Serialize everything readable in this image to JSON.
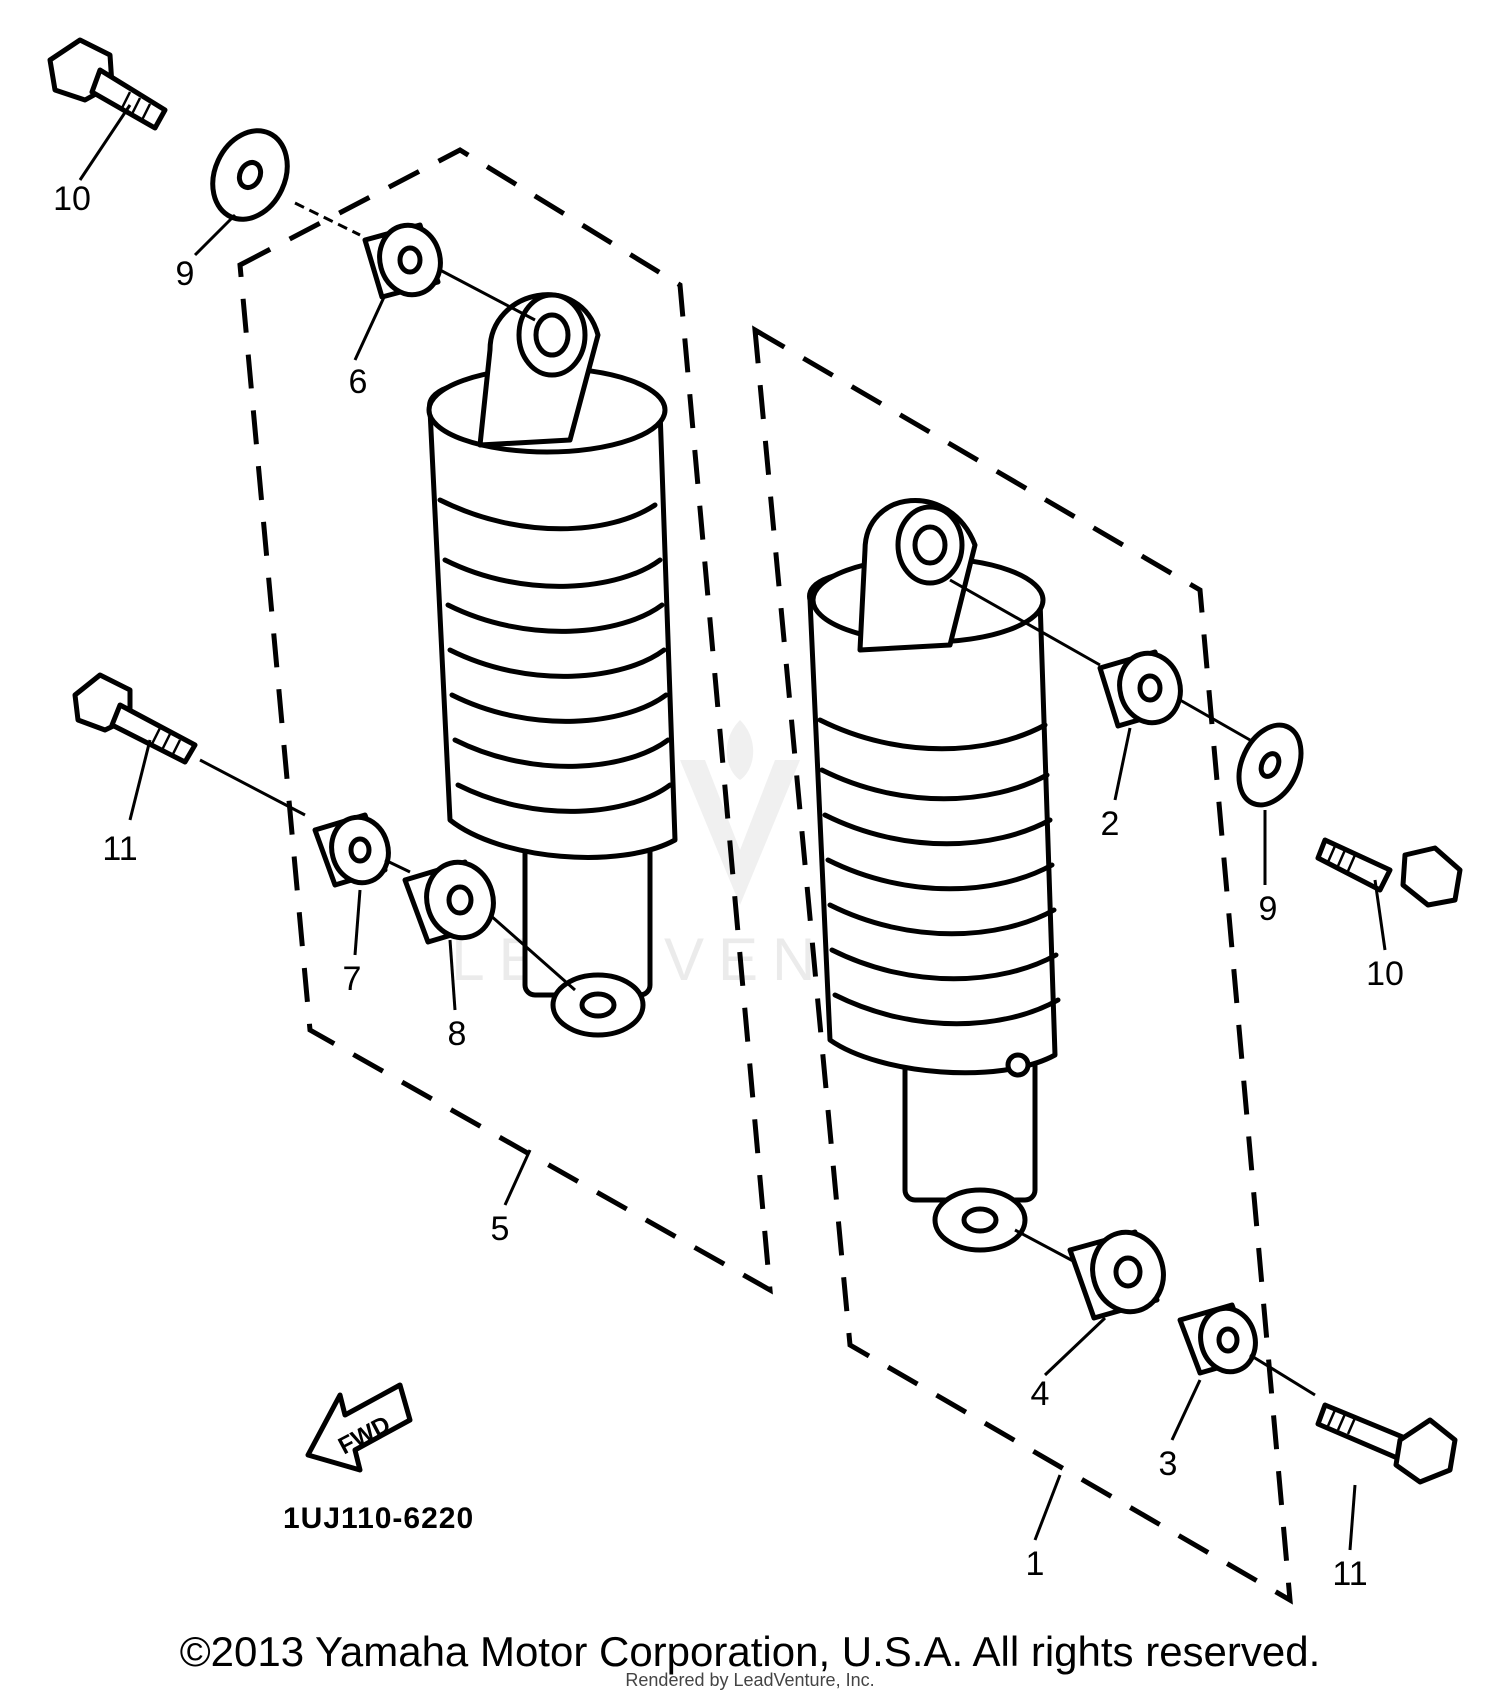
{
  "diagram": {
    "part_code": "1UJ110-6220",
    "fwd_label": "FWD",
    "watermark": "LEADVENTURE",
    "callouts": {
      "c10_top": "10",
      "c9_top": "9",
      "c6": "6",
      "c11_left": "11",
      "c7": "7",
      "c8": "8",
      "c5": "5",
      "c2": "2",
      "c9_right": "9",
      "c10_right": "10",
      "c4": "4",
      "c3": "3",
      "c1": "1",
      "c11_right": "11"
    }
  },
  "footer": {
    "copyright": "©2013 Yamaha Motor Corporation, U.S.A. All rights reserved.",
    "rendered_by": "Rendered by LeadVenture, Inc."
  }
}
